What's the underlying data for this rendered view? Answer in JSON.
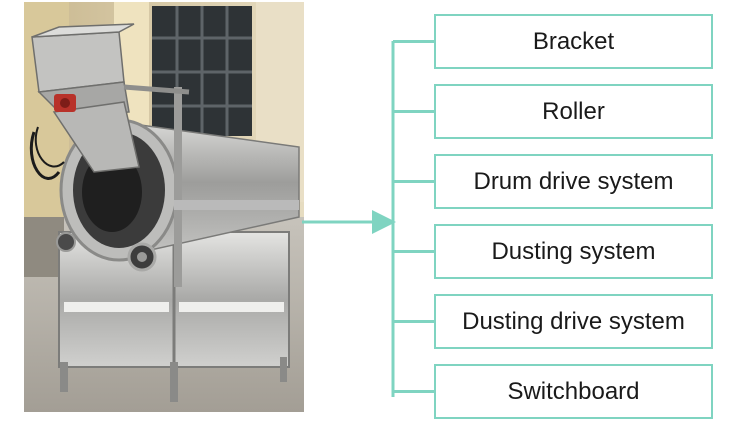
{
  "photo": {
    "subject": "stainless-steel-drum-coating-machine"
  },
  "colors": {
    "connector": "#7fd4c1",
    "box_border": "#7fd4c1",
    "text": "#1a1a1a"
  },
  "components": [
    {
      "label": "Bracket"
    },
    {
      "label": "Roller"
    },
    {
      "label": "Drum drive system"
    },
    {
      "label": "Dusting system"
    },
    {
      "label": "Dusting drive system"
    },
    {
      "label": "Switchboard"
    }
  ]
}
